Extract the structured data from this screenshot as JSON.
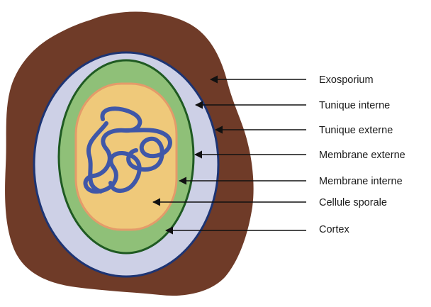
{
  "colors": {
    "exosporium": "#6f3b28",
    "tunique_interne_fill": "#cdd0e6",
    "tunique_externe_stroke": "#1d3473",
    "cortex_fill": "#8fc078",
    "cortex_stroke": "#1f5a22",
    "cellule_fill": "#efc97a",
    "cellule_stroke": "#e49b6a",
    "dna": "#3f57a8",
    "arrow": "#111111"
  },
  "labels": [
    {
      "id": "exosporium",
      "text": "Exosporium"
    },
    {
      "id": "tunique-interne",
      "text": "Tunique interne"
    },
    {
      "id": "tunique-externe",
      "text": "Tunique externe"
    },
    {
      "id": "membrane-externe",
      "text": "Membrane externe"
    },
    {
      "id": "membrane-interne",
      "text": "Membrane interne"
    },
    {
      "id": "cellule-sporale",
      "text": "Cellule sporale"
    },
    {
      "id": "cortex",
      "text": "Cortex"
    }
  ]
}
